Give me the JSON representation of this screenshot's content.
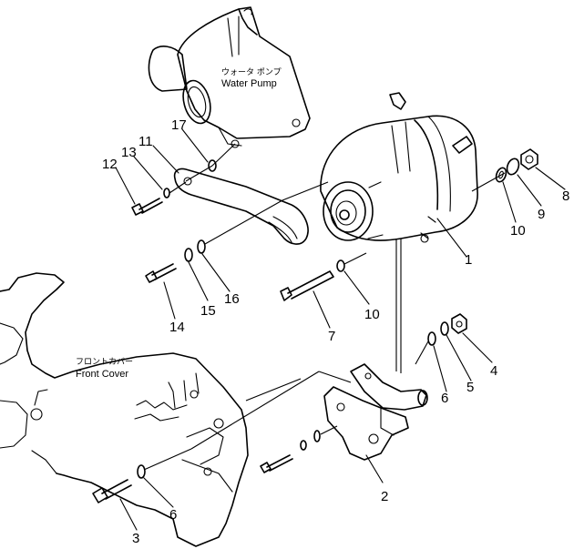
{
  "labels": {
    "water_pump_jp": "ウォータ ポンプ",
    "water_pump_en": "Water Pump",
    "front_cover_jp": "フロントカバー",
    "front_cover_en": "Front Cover"
  },
  "callouts": [
    "1",
    "2",
    "3",
    "4",
    "5",
    "6",
    "6",
    "7",
    "8",
    "9",
    "10",
    "10",
    "11",
    "12",
    "13",
    "14",
    "15",
    "16",
    "17"
  ]
}
